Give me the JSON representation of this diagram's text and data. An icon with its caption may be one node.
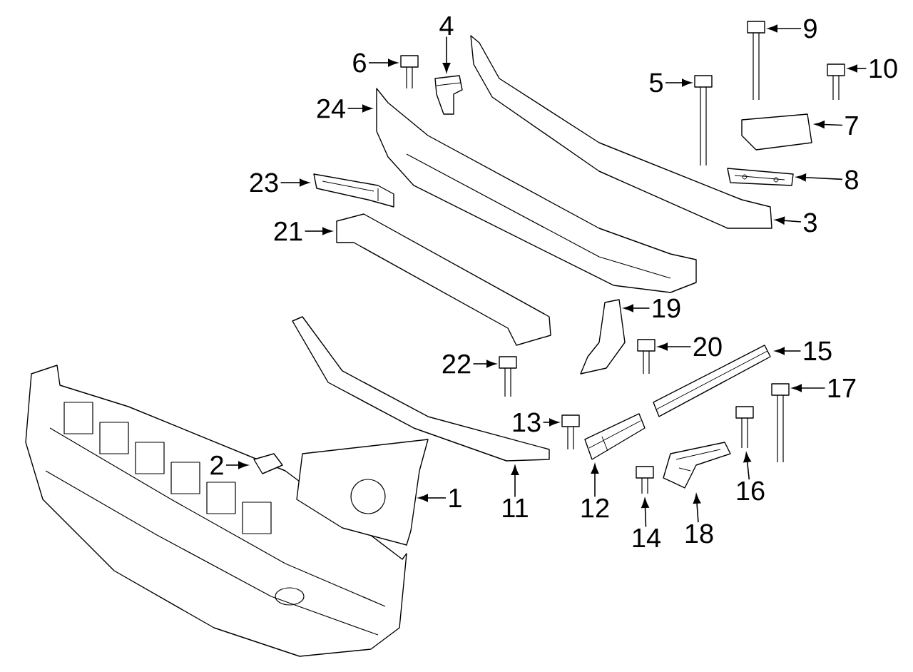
{
  "diagram": {
    "nodes": [
      {
        "text": [
          "4"
        ]
      },
      {
        "text": [
          "9"
        ]
      },
      {
        "text": [
          "6"
        ]
      },
      {
        "text": [
          "10"
        ]
      },
      {
        "text": [
          "5"
        ]
      },
      {
        "text": [
          "24"
        ]
      },
      {
        "text": [
          "7"
        ]
      },
      {
        "text": [
          "8"
        ]
      },
      {
        "text": [
          "23"
        ]
      },
      {
        "text": [
          "3"
        ]
      },
      {
        "text": [
          "21"
        ]
      },
      {
        "text": [
          "19"
        ]
      },
      {
        "text": [
          "20"
        ]
      },
      {
        "text": [
          "15"
        ]
      },
      {
        "text": [
          "22"
        ]
      },
      {
        "text": [
          "17"
        ]
      },
      {
        "text": [
          "13"
        ]
      },
      {
        "text": [
          "2"
        ]
      },
      {
        "text": [
          "1"
        ]
      },
      {
        "text": [
          "16"
        ]
      },
      {
        "text": [
          "11"
        ]
      },
      {
        "text": [
          "12"
        ]
      },
      {
        "text": [
          "18"
        ]
      },
      {
        "text": [
          "14"
        ]
      },
      {
        "text": [],
        "shape": "picture"
      },
      {
        "text": [],
        "shape": "picture"
      },
      {
        "text": [],
        "shape": "picture"
      },
      {
        "text": [],
        "shape": "picture"
      },
      {
        "text": [],
        "shape": "picture"
      },
      {
        "text": [],
        "shape": "picture"
      },
      {
        "text": [],
        "shape": "picture"
      },
      {
        "text": [],
        "shape": "picture"
      },
      {
        "text": [],
        "shape": "picture"
      },
      {
        "text": [],
        "shape": "picture"
      },
      {
        "text": [],
        "shape": "picture"
      },
      {
        "text": [],
        "shape": "picture"
      },
      {
        "text": [],
        "shape": "picture"
      },
      {
        "text": [],
        "shape": "picture"
      },
      {
        "text": [],
        "shape": "picture"
      },
      {
        "text": [],
        "shape": "picture"
      },
      {
        "text": [],
        "shape": "picture"
      },
      {
        "text": [],
        "shape": "picture"
      },
      {
        "text": [],
        "shape": "picture"
      },
      {
        "text": [],
        "shape": "picture"
      },
      {
        "text": [],
        "shape": "picture"
      },
      {
        "text": [],
        "shape": "picture"
      },
      {
        "text": [],
        "shape": "picture"
      },
      {
        "text": [],
        "shape": "picture"
      }
    ],
    "edges": [
      {
        "from": 0,
        "to": 30,
        "arrow": "to"
      },
      {
        "from": 1,
        "to": 43,
        "arrow": "to"
      },
      {
        "from": 2,
        "to": 27,
        "arrow": "to"
      },
      {
        "from": 3,
        "to": 47,
        "arrow": "to"
      },
      {
        "from": 4,
        "to": 40,
        "arrow": "to"
      },
      {
        "from": 5,
        "to": 32,
        "arrow": "to"
      },
      {
        "from": 6,
        "to": 45,
        "arrow": "to"
      },
      {
        "from": 7,
        "to": 44,
        "arrow": "to"
      },
      {
        "from": 8,
        "to": 25,
        "arrow": "to"
      },
      {
        "from": 9,
        "to": 36,
        "arrow": "to"
      },
      {
        "from": 10,
        "to": 29,
        "arrow": "to"
      },
      {
        "from": 11,
        "to": 34,
        "arrow": "to"
      },
      {
        "from": 12,
        "to": 38,
        "arrow": "to"
      },
      {
        "from": 13,
        "to": 41,
        "arrow": "to"
      },
      {
        "from": 14,
        "to": 31,
        "arrow": "to"
      },
      {
        "from": 15,
        "to": 46,
        "arrow": "to"
      },
      {
        "from": 16,
        "to": 33,
        "arrow": "to"
      },
      {
        "from": 17,
        "to": 24,
        "arrow": "to"
      },
      {
        "from": 18,
        "to": 26,
        "arrow": "to"
      },
      {
        "from": 19,
        "to": 42,
        "arrow": "to"
      },
      {
        "from": 20,
        "to": 28,
        "arrow": "to"
      },
      {
        "from": 21,
        "to": 35,
        "arrow": "to"
      },
      {
        "from": 22,
        "to": 39,
        "arrow": "to"
      },
      {
        "from": 23,
        "to": 37,
        "arrow": "to"
      }
    ]
  }
}
